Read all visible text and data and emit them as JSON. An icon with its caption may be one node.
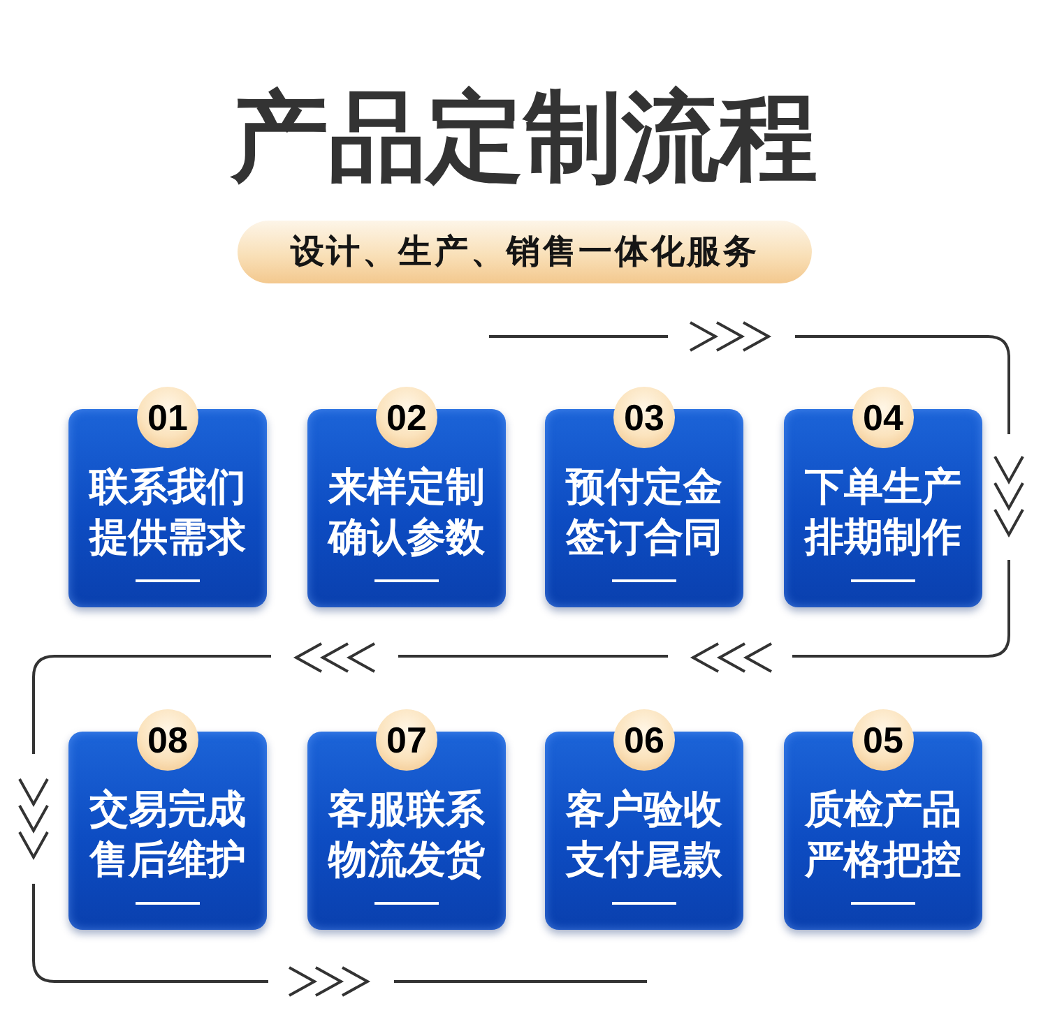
{
  "diagram": {
    "title": "产品定制流程",
    "nodes": [
      {
        "text": [
          "设计、生产、销售一体化服务"
        ]
      },
      {
        "text": [
          "01",
          "联系我们提供需求"
        ]
      },
      {
        "text": [
          "02",
          "来样定制确认参数"
        ]
      },
      {
        "text": [
          "03",
          "预付定金签订合同"
        ]
      },
      {
        "text": [
          "04",
          "下单生产排期制作"
        ]
      },
      {
        "text": [
          "08",
          "交易完成售后维护"
        ]
      },
      {
        "text": [
          "07",
          "客服联系物流发货"
        ]
      },
      {
        "text": [
          "06",
          "客户验收支付尾款"
        ]
      },
      {
        "text": [
          "05",
          "质检产品严格把控"
        ]
      }
    ]
  }
}
